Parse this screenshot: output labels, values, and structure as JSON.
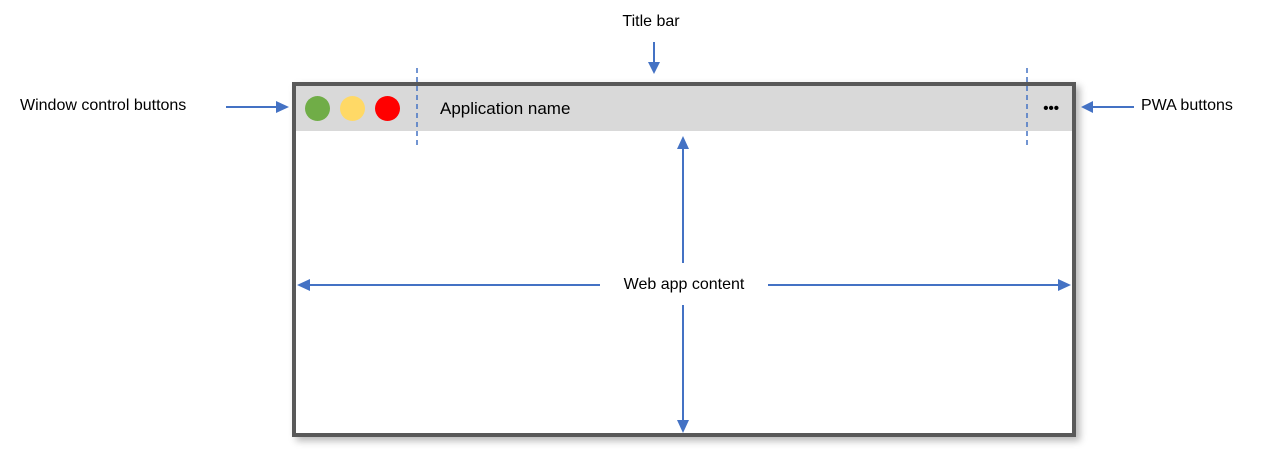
{
  "diagram": {
    "labels": {
      "title_bar": "Title bar",
      "window_controls": "Window control buttons",
      "pwa_buttons": "PWA buttons",
      "web_app_content": "Web app content"
    },
    "window": {
      "application_name": "Application name",
      "pwa_menu_icon": "•••"
    },
    "icons": {
      "window_control_green": "green-circle",
      "window_control_yellow": "yellow-circle",
      "window_control_red": "red-circle",
      "pwa_menu": "horizontal-ellipsis"
    }
  },
  "colors": {
    "accent_blue": "#4472C4",
    "window_border": "#595959",
    "titlebar_bg": "#D9D9D9",
    "control_green": "#70AD47",
    "control_yellow": "#FFD966",
    "control_red": "#FF0000",
    "text_color": "#000000"
  }
}
